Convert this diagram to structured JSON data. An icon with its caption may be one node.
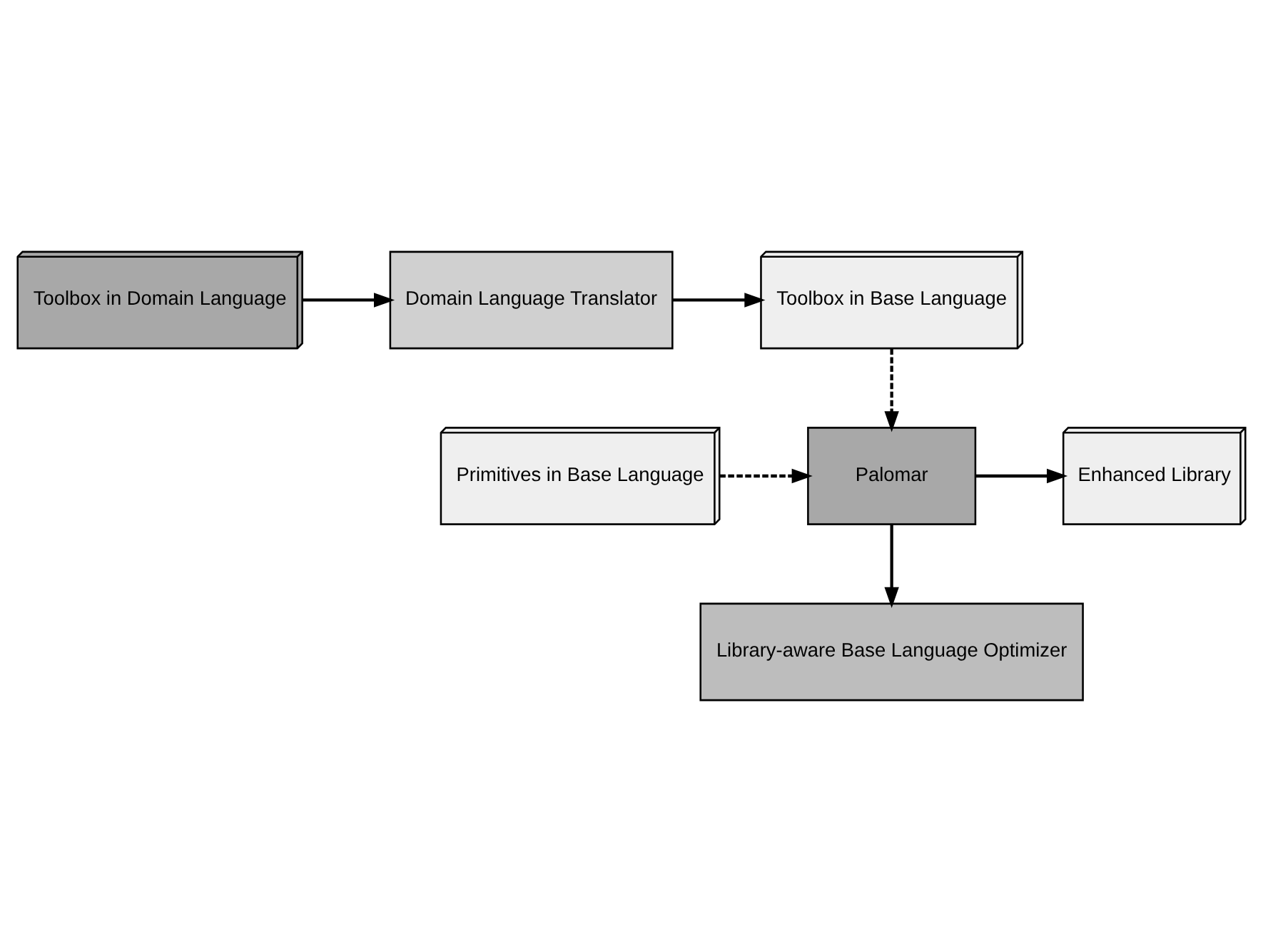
{
  "diagram": {
    "nodes": [
      {
        "text": [
          "Toolbox in Domain Language"
        ]
      },
      {
        "text": [
          "Domain Language Translator"
        ]
      },
      {
        "text": [
          "Toolbox in Base Language"
        ]
      },
      {
        "text": [
          "Primitives in Base Language"
        ]
      },
      {
        "text": [
          "Palomar"
        ]
      },
      {
        "text": [
          "Enhanced Library"
        ]
      },
      {
        "text": [
          "Library-aware Base Language Optimizer"
        ]
      }
    ],
    "edges": [
      {
        "from": 0,
        "to": 1,
        "arrow": "to"
      },
      {
        "from": 1,
        "to": 2,
        "arrow": "to"
      },
      {
        "from": 2,
        "to": 4,
        "arrow": "to",
        "style": "dashed"
      },
      {
        "from": 3,
        "to": 4,
        "arrow": "to",
        "style": "dashed"
      },
      {
        "from": 4,
        "to": 5,
        "arrow": "to"
      },
      {
        "from": 4,
        "to": 6,
        "arrow": "to"
      }
    ]
  }
}
